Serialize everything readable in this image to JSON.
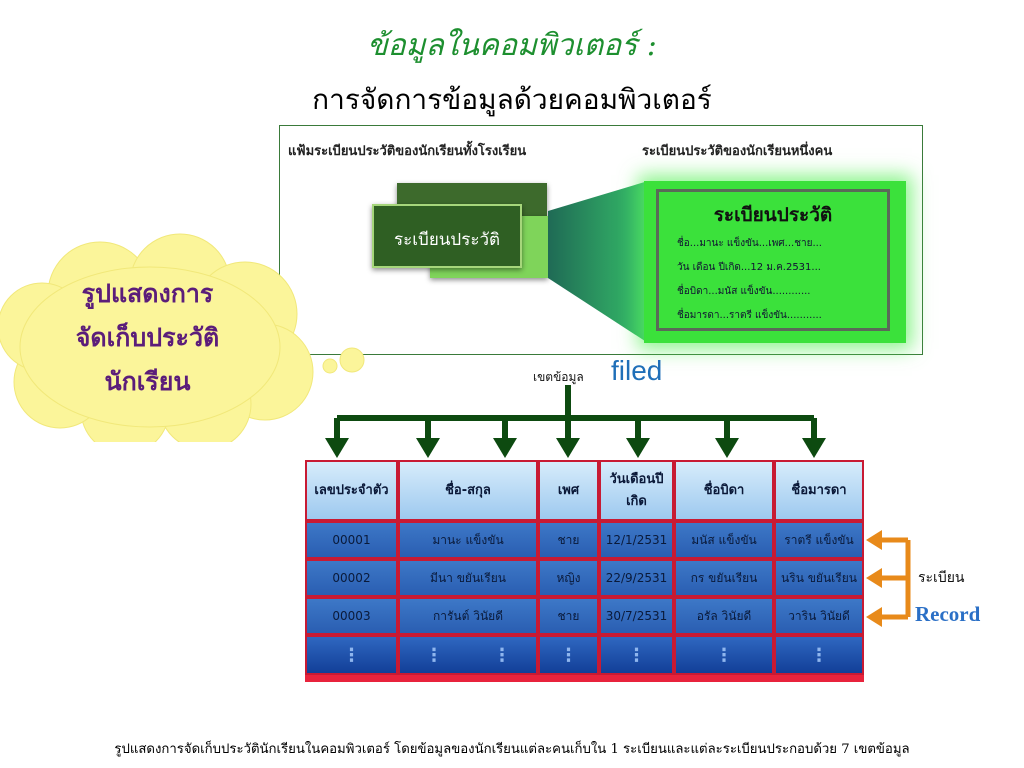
{
  "titles": {
    "main": "ข้อมูลในคอมพิวเตอร์ :",
    "sub": "การจัดการข้อมูลด้วยคอมพิวเตอร์"
  },
  "panel": {
    "left_header": "แฟ้มระเบียนประวัติของนักเรียนทั้งโรงเรียน",
    "right_header": "ระเบียนประวัติของนักเรียนหนึ่งคน",
    "stack_label": "ระเบียนประวัติ",
    "record_card": {
      "title": "ระเบียนประวัติ",
      "lines": [
        "ชื่อ...มานะ แข็งขัน...เพศ...ชาย...",
        "วัน เดือน ปีเกิด...12 ม.ค.2531...",
        "ชื่อบิดา...มนัส แข็งขัน............",
        "ชื่อมารดา...ราตรี แข็งขัน..........."
      ]
    }
  },
  "callout": {
    "lines": [
      "รูปแสดงการ",
      "จัดเก็บประวัติ",
      "นักเรียน"
    ]
  },
  "field_label": {
    "thai": "เขตข้อมูล",
    "english": "filed"
  },
  "table": {
    "headers": [
      "เลขประจำตัว",
      "ชื่อ-สกุล",
      "เพศ",
      "วันเดือนปีเกิด",
      "ชื่อบิดา",
      "ชื่อมารดา"
    ],
    "rows": [
      [
        "00001",
        "มานะ    แข็งขัน",
        "ชาย",
        "12/1/2531",
        "มนัส  แข็งขัน",
        "ราตรี  แข็งขัน"
      ],
      [
        "00002",
        "มีนา   ขยันเรียน",
        "หญิง",
        "22/9/2531",
        "กร  ขยันเรียน",
        "นริน  ขยันเรียน"
      ],
      [
        "00003",
        "การันต์  วินัยดี",
        "ชาย",
        "30/7/2531",
        "อรัล  วินัยดี",
        "วาริน  วินัยดี"
      ]
    ],
    "continuation": "⋮"
  },
  "record_label": {
    "thai": "ระเบียน",
    "english": "Record"
  },
  "caption": "รูปแสดงการจัดเก็บประวัตินักเรียนในคอมพิวเตอร์ โดยข้อมูลของนักเรียนแต่ละคนเก็บใน 1 ระเบียนและแต่ละระเบียนประกอบด้วย 7 เขตข้อมูล",
  "colors": {
    "title_green": "#1d8f2f",
    "cloud_yellow": "#fbf59a",
    "callout_text": "#5b1d7a",
    "arrow_green": "#0d4a10",
    "table_border": "#e8233c",
    "record_arrow": "#e88a1a",
    "english_blue": "#1f6fb8"
  }
}
